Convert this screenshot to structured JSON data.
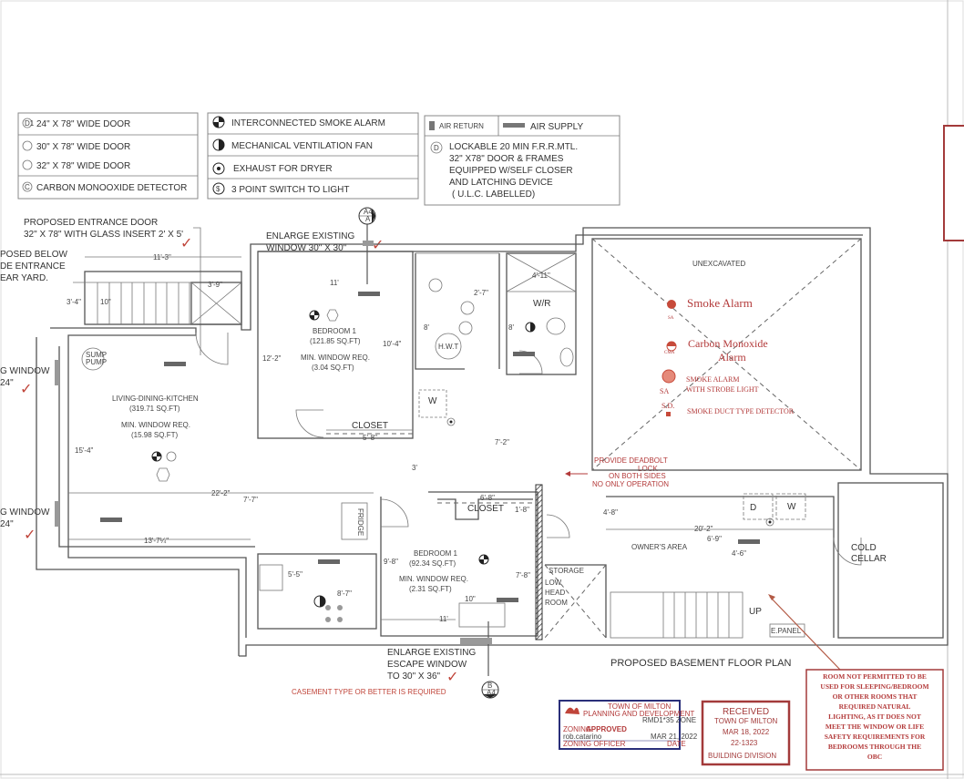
{
  "legend_doors": [
    {
      "symbol": "D1",
      "label": "24\" X 78\" WIDE DOOR"
    },
    {
      "symbol": "D2",
      "label": "30\" X 78\" WIDE DOOR"
    },
    {
      "symbol": "D3",
      "label": "32\" X 78\" WIDE DOOR"
    },
    {
      "symbol": "C",
      "label": "CARBON MONOOXIDE DETECTOR"
    }
  ],
  "legend_devices": [
    {
      "icon": "smoke-alarm-icon",
      "label": "INTERCONNECTED SMOKE ALARM"
    },
    {
      "icon": "fan-icon",
      "label": "MECHANICAL VENTILATION FAN"
    },
    {
      "icon": "dryer-exhaust-icon",
      "label": "EXHAUST FOR DRYER"
    },
    {
      "icon": "switch-icon",
      "symbol": "$",
      "label": "3 POINT SWITCH TO LIGHT"
    }
  ],
  "legend_air": {
    "return": "AIR RETURN",
    "supply": "AIR SUPPLY",
    "door_symbol": "D",
    "door_note": [
      "LOCKABLE 20 MIN F.R.R.MTL.",
      "32\" X78\" DOOR & FRAMES",
      "EQUIPPED W/SELF CLOSER",
      "AND LATCHING DEVICE",
      "( U.L.C. LABELLED)"
    ]
  },
  "notes": {
    "entrance_door": [
      "PROPOSED ENTRANCE DOOR",
      "32\" X 78\" WITH GLASS INSERT 2' X 5'"
    ],
    "enlarge_window_top": [
      "ENLARGE EXISTING",
      "WINDOW  30\" X 30\""
    ],
    "below_grade": [
      "POSED BELOW",
      "DE ENTRANCE",
      "EAR YARD."
    ],
    "window_left_1": [
      "G WINDOW",
      "24\""
    ],
    "window_left_2": [
      "G WINDOW",
      "24\""
    ],
    "escape_window": [
      "ENLARGE EXISTING",
      "ESCAPE WINDOW",
      "TO 30\" X 36\""
    ],
    "casement": "CASEMENT TYPE OR BETTER IS REQUIRED",
    "deadbolt": [
      "PROVIDE DEADBOLT",
      "LOCK",
      "ON BOTH SIDES",
      "NO ONLY OPERATION"
    ],
    "section_top": [
      "A4",
      "A"
    ],
    "section_bottom": [
      "B",
      "A4"
    ],
    "plan_title": "PROPOSED BASEMENT FLOOR PLAN"
  },
  "rooms": {
    "living": [
      "LIVING-DINING-KITCHEN",
      "(319.71 SQ.FT)",
      "MIN. WINDOW REQ.",
      "(15.98 SQ.FT)"
    ],
    "bedroom1": [
      "BEDROOM 1",
      "(121.85 SQ.FT)",
      "MIN. WINDOW REQ.",
      "(3.04 SQ.FT)"
    ],
    "bedroom2": [
      "BEDROOM 1",
      "(92.34 SQ.FT)",
      "MIN. WINDOW REQ.",
      "(2.31 SQ.FT)"
    ],
    "closet1": "CLOSET",
    "closet2": "CLOSET",
    "unexcavated": "UNEXCAVATED",
    "owners": "OWNER'S AREA",
    "cold_cellar": [
      "COLD",
      "CELLAR"
    ],
    "storage": [
      "STORAGE",
      "LOW",
      "HEAD",
      "ROOM"
    ],
    "wr": "W/R",
    "hwt": "H.W.T",
    "fridge": "FRIDGE",
    "sump": [
      "SUMP",
      "PUMP"
    ],
    "washer": "W",
    "dryer": "D",
    "washer2": "W",
    "up": "UP",
    "epanel": "E.PANEL"
  },
  "dimensions": [
    "11'-3\"",
    "3'-9\"",
    "3'-4\"",
    "10\"",
    "11'",
    "12'-2\"",
    "10'-4\"",
    "2'-7\"",
    "4'-11\"",
    "8'",
    "8'",
    "15'-4\"",
    "22'-2\"",
    "7'-7\"",
    "13'-7¼\"",
    "5'-8\"",
    "7'-2\"",
    "3'",
    "6'-8\"",
    "1'-8\"",
    "9'-8\"",
    "7'-8\"",
    "10\"",
    "11'",
    "5'-5\"",
    "8'-7\"",
    "4'-8\"",
    "20'-2\"",
    "6'-9\"",
    "4'-6\""
  ],
  "unexcavated_legend": {
    "smoke": "Smoke Alarm",
    "smoke_tag": "SA",
    "co": [
      "Carbon Monoxide",
      "Alarm"
    ],
    "co_tag": "CMA",
    "strobe": [
      "SMOKE ALARM",
      "WITH STROBE LIGHT"
    ],
    "strobe_tag": "SA",
    "duct": "SMOKE DUCT TYPE DETECTOR",
    "duct_tag": "S.D."
  },
  "stamp_zoning": {
    "org": "TOWN OF MILTON",
    "dept": "PLANNING AND DEVELOPMENT",
    "zone": "RMD1*35 ZONE",
    "status_label": "ZONING:",
    "status": "APPROVED",
    "officer": "rob.catarino",
    "date": "MAR 21, 2022",
    "officer_label": "ZONING OFFICER",
    "date_label": "DATE"
  },
  "stamp_received": {
    "title": "RECEIVED",
    "org": "TOWN OF MILTON",
    "date": "MAR 18, 2022",
    "number": "22-1323",
    "division": "BUILDING DIVISION"
  },
  "red_note": [
    "ROOM NOT PERMITTED TO BE",
    "USED FOR SLEEPING/BEDROOM",
    "OR OTHER ROOMS THAT",
    "REQUIRED NATURAL",
    "LIGHTING, AS IT DOES NOT",
    "MEET THE WINDOW OR LIFE",
    "SAFETY REQUIREMENTS FOR",
    "BEDROOMS THROUGH THE",
    "OBC"
  ],
  "colors": {
    "markup_red": "#c0453a",
    "stamp_blue": "#2a2f7a",
    "stamp_red": "#a33a3a",
    "line": "#555555"
  }
}
